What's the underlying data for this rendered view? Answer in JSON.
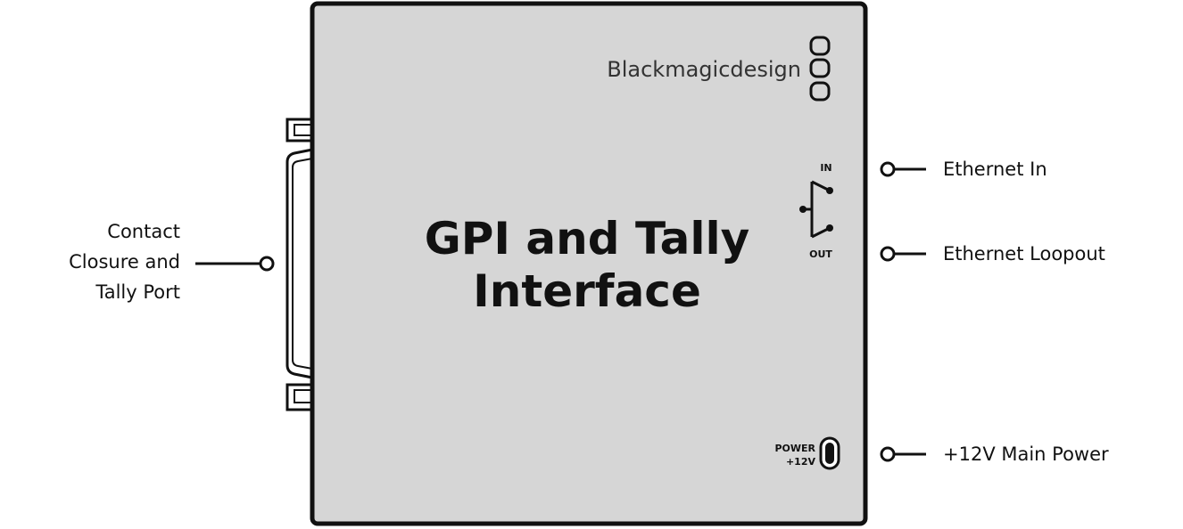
{
  "device": {
    "title_line1": "GPI and Tally",
    "title_line2": "Interface",
    "brand": "Blackmagicdesign",
    "port_in_label": "IN",
    "port_out_label": "OUT",
    "power_label_line1": "POWER",
    "power_label_line2": "+12V"
  },
  "callouts": {
    "contact_line1": "Contact",
    "contact_line2": "Closure and",
    "contact_line3": "Tally Port",
    "ethernet_in": "Ethernet In",
    "ethernet_loopout": "Ethernet Loopout",
    "main_power": "+12V Main Power"
  },
  "colors": {
    "body_fill": "#d6d6d6",
    "outline": "#111111",
    "background": "#ffffff"
  }
}
